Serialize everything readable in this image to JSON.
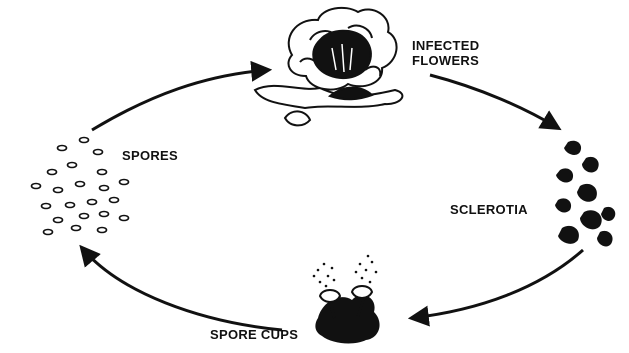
{
  "diagram": {
    "stages": {
      "infected_flowers": [
        "INFECTED",
        "FLOWERS"
      ],
      "sclerotia": "SCLEROTIA",
      "spore_cups": "SPORE CUPS",
      "spores": "SPORES"
    },
    "colors": {
      "ink": "#111111",
      "paper": "#ffffff"
    }
  }
}
